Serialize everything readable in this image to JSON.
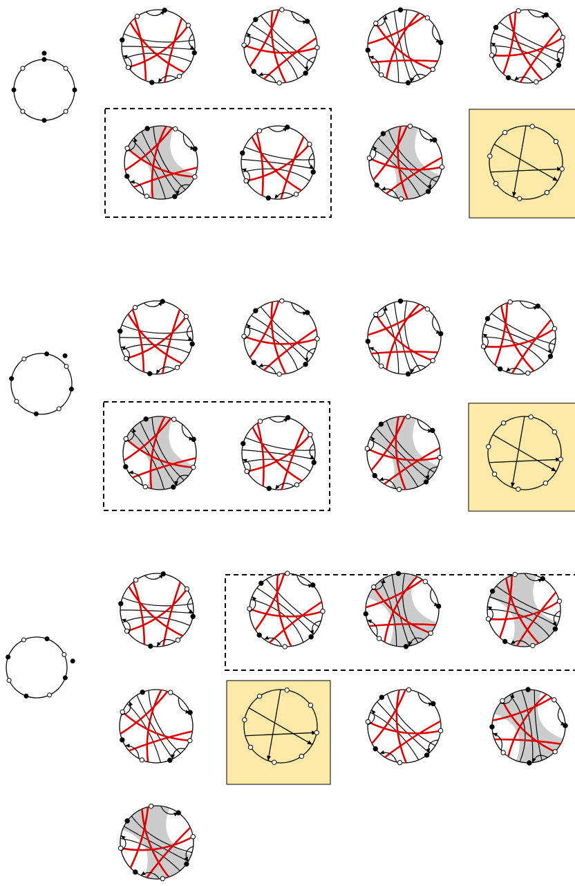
{
  "figure": {
    "colors": {
      "stroke": "#000000",
      "red_curve": "#dd0000",
      "shaded_region": "#cccccc",
      "highlight_panel": "#fdeaa8",
      "background": "#ffffff"
    },
    "groups": [
      {
        "reference_circle": {
          "boundary_points": 8
        },
        "diagrams": [
          {
            "shaded": false,
            "red_curves": true
          },
          {
            "shaded": false,
            "red_curves": true
          },
          {
            "shaded": false,
            "red_curves": true
          },
          {
            "shaded": false,
            "red_curves": true
          },
          {
            "shaded": true,
            "red_curves": true,
            "dashed_box": true
          },
          {
            "shaded": false,
            "red_curves": true,
            "dashed_box": true
          },
          {
            "shaded": true,
            "red_curves": true
          },
          {
            "shaded": false,
            "red_curves": false,
            "highlighted": true
          }
        ]
      },
      {
        "reference_circle": {
          "boundary_points": 8
        },
        "diagrams": [
          {
            "shaded": false,
            "red_curves": true
          },
          {
            "shaded": false,
            "red_curves": true
          },
          {
            "shaded": false,
            "red_curves": true
          },
          {
            "shaded": false,
            "red_curves": true
          },
          {
            "shaded": true,
            "red_curves": true,
            "dashed_box": true
          },
          {
            "shaded": false,
            "red_curves": true,
            "dashed_box": true
          },
          {
            "shaded": true,
            "red_curves": true
          },
          {
            "shaded": false,
            "red_curves": false,
            "highlighted": true
          }
        ]
      },
      {
        "reference_circle": {
          "boundary_points": 8
        },
        "diagrams": [
          {
            "shaded": false,
            "red_curves": true
          },
          {
            "shaded": false,
            "red_curves": true,
            "dashed_box": true
          },
          {
            "shaded": true,
            "red_curves": true,
            "dashed_box": true
          },
          {
            "shaded": true,
            "red_curves": true,
            "dashed_box": true
          },
          {
            "shaded": false,
            "red_curves": true
          },
          {
            "shaded": false,
            "red_curves": false,
            "highlighted": true
          },
          {
            "shaded": false,
            "red_curves": true
          },
          {
            "shaded": true,
            "red_curves": true
          },
          {
            "shaded": true,
            "red_curves": true
          }
        ]
      }
    ]
  }
}
